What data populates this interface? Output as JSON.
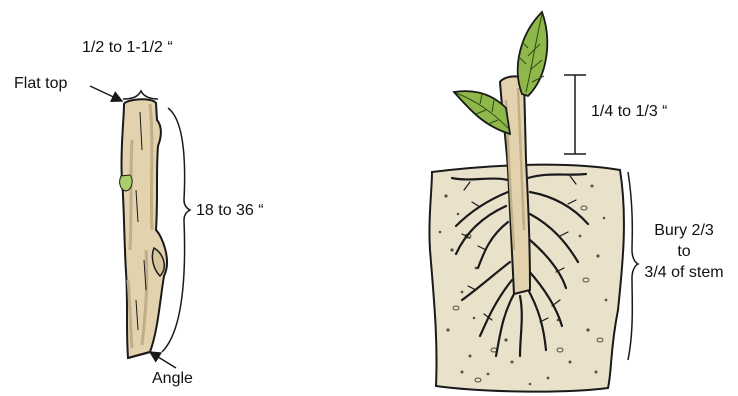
{
  "colors": {
    "stem_fill": "#e2d2ad",
    "stem_shadow": "#bfae88",
    "outline": "#1a1a1a",
    "soil_fill": "#e9e1ca",
    "leaf_fill": "#8fb84a",
    "leaf_vein": "#2f4a18",
    "bud_fill": "#a9cf6a"
  },
  "left_figure": {
    "width_label": "1/2 to 1-1/2 “",
    "top_label": "Flat top",
    "length_label": "18 to 36 “",
    "bottom_label": "Angle"
  },
  "right_figure": {
    "above_label": "1/4 to 1/3 “",
    "bury_line1": "Bury 2/3",
    "bury_line2": "to",
    "bury_line3": "3/4 of stem"
  }
}
